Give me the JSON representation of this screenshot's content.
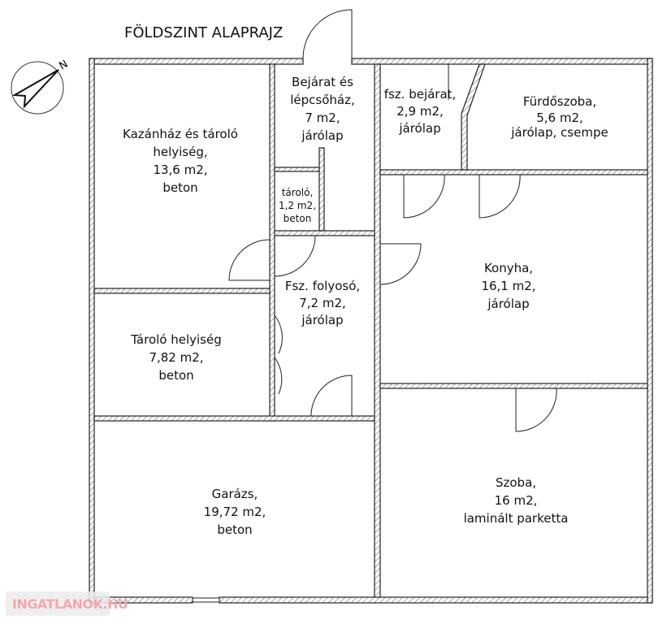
{
  "title": "FÖLDSZINT ALAPRAJZ",
  "compass": {
    "label": "N"
  },
  "rooms": {
    "kazanhaz": [
      "Kazánház és tároló",
      "helyiség,",
      "13,6 m2,",
      "beton"
    ],
    "bejarat": [
      "Bejárat és",
      "lépcsőház,",
      "7 m2,",
      "járólap"
    ],
    "fsz_bejarat": [
      "fsz. bejárat,",
      "2,9 m2,",
      "járólap"
    ],
    "furdo": [
      "Fürdőszoba,",
      "5,6 m2,",
      "járólap, csempe"
    ],
    "taroló_small": [
      "tároló,",
      "1,2 m2,",
      "beton"
    ],
    "folyoso": [
      "Fsz. folyosó,",
      "7,2 m2,",
      "járólap"
    ],
    "konyha": [
      "Konyha,",
      "16,1 m2,",
      "járólap"
    ],
    "taroló": [
      "Tároló helyiség",
      "7,82 m2,",
      "beton"
    ],
    "garazs": [
      "Garázs,",
      "19,72 m2,",
      "beton"
    ],
    "szoba": [
      "Szoba,",
      "16 m2,",
      "laminált parketta"
    ]
  },
  "watermark": "INGATLANOK.HU"
}
